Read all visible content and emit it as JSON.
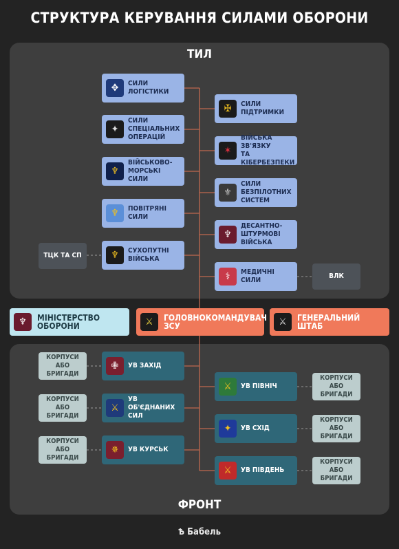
{
  "title": "СТРУКТУРА КЕРУВАННЯ СИЛАМИ ОБОРОНИ",
  "sections": {
    "rear": "ТИЛ",
    "front": "ФРОНТ"
  },
  "rear_left": [
    {
      "label": "СИЛИ ЛОГІСТИКИ",
      "icon": "shield-emblem-icon",
      "emb_bg": "#1f3a7a",
      "glyph": "✥"
    },
    {
      "label": "СИЛИ  СПЕЦІАЛЬНИХ\nОПЕРАЦІЙ",
      "icon": "dagger-emblem-icon",
      "emb_bg": "#1b1b1b",
      "glyph": "✦"
    },
    {
      "label": "ВІЙСЬКОВО-\nМОРСЬКІ СИЛИ",
      "icon": "trident-emblem-icon",
      "emb_bg": "#10204a",
      "glyph": "♆"
    },
    {
      "label": "ПОВІТРЯНІ СИЛИ",
      "icon": "wings-emblem-icon",
      "emb_bg": "#5b8fd8",
      "glyph": "♆"
    },
    {
      "label": "СУХОПУТНІ\nВІЙСЬКА",
      "icon": "trident-emblem-icon",
      "emb_bg": "#1b1b1b",
      "glyph": "♆"
    }
  ],
  "rear_right": [
    {
      "label": "СИЛИ\nПІДТРИМКИ",
      "icon": "crossed-tools-emblem-icon",
      "emb_bg": "#1b1b1b",
      "glyph": "✠"
    },
    {
      "label": "ВІЙСЬКА ЗВ'ЯЗКУ\nТА КІБЕРБЕЗПЕКИ",
      "icon": "signal-emblem-icon",
      "emb_bg": "#1b1b1b",
      "glyph": "✶"
    },
    {
      "label": "СИЛИ БЕЗПІЛОТНИХ\nСИСТЕМ",
      "icon": "drone-emblem-icon",
      "emb_bg": "#3a3a3a",
      "glyph": "⚜"
    },
    {
      "label": "ДЕСАНТНО-\nШТУРМОВІ ВІЙСЬКА",
      "icon": "parachute-emblem-icon",
      "emb_bg": "#6a1b2e",
      "glyph": "♆"
    },
    {
      "label": "МЕДИЧНІ СИЛИ",
      "icon": "medical-emblem-icon",
      "emb_bg": "#c83a4a",
      "glyph": "⚕"
    }
  ],
  "rear_side": {
    "left": "ТЦК ТА СП",
    "right": "ВЛК"
  },
  "hq": {
    "ministry": "МІНІСТЕРСТВО ОБОРОНИ",
    "commander": "ГОЛОВНОКОМАНДУВАЧ ЗСУ",
    "staff": "ГЕНЕРАЛЬНИЙ ШТАБ"
  },
  "front_left": [
    {
      "label": "УВ ЗАХІД",
      "icon": "west-command-emblem-icon",
      "emb_bg": "#7a1f2e",
      "glyph": "✙"
    },
    {
      "label": "УВ ОБ'ЄДНАНИХ\nСИЛ",
      "icon": "joint-forces-emblem-icon",
      "emb_bg": "#1f3a7a",
      "glyph": "⚔"
    },
    {
      "label": "УВ КУРСЬК",
      "icon": "kursk-command-emblem-icon",
      "emb_bg": "#7a1f2e",
      "glyph": "✵"
    }
  ],
  "front_right": [
    {
      "label": "УВ ПІВНІЧ",
      "icon": "north-command-emblem-icon",
      "emb_bg": "#2e7a3a",
      "glyph": "⚔"
    },
    {
      "label": "УВ СХІД",
      "icon": "east-command-emblem-icon",
      "emb_bg": "#1f3a9a",
      "glyph": "✦"
    },
    {
      "label": "УВ ПІВДЕНЬ",
      "icon": "south-command-emblem-icon",
      "emb_bg": "#c02a2a",
      "glyph": "⚔"
    }
  ],
  "corps_label": "КОРПУСИ\nАБО БРИГАДИ",
  "logo": "Бабель",
  "colors": {
    "rear_box": "#9ab4e6",
    "front_box": "#2f6778",
    "hq_main": "#f0795a",
    "ministry": "#bfe6f0",
    "line": "#c0694f"
  }
}
